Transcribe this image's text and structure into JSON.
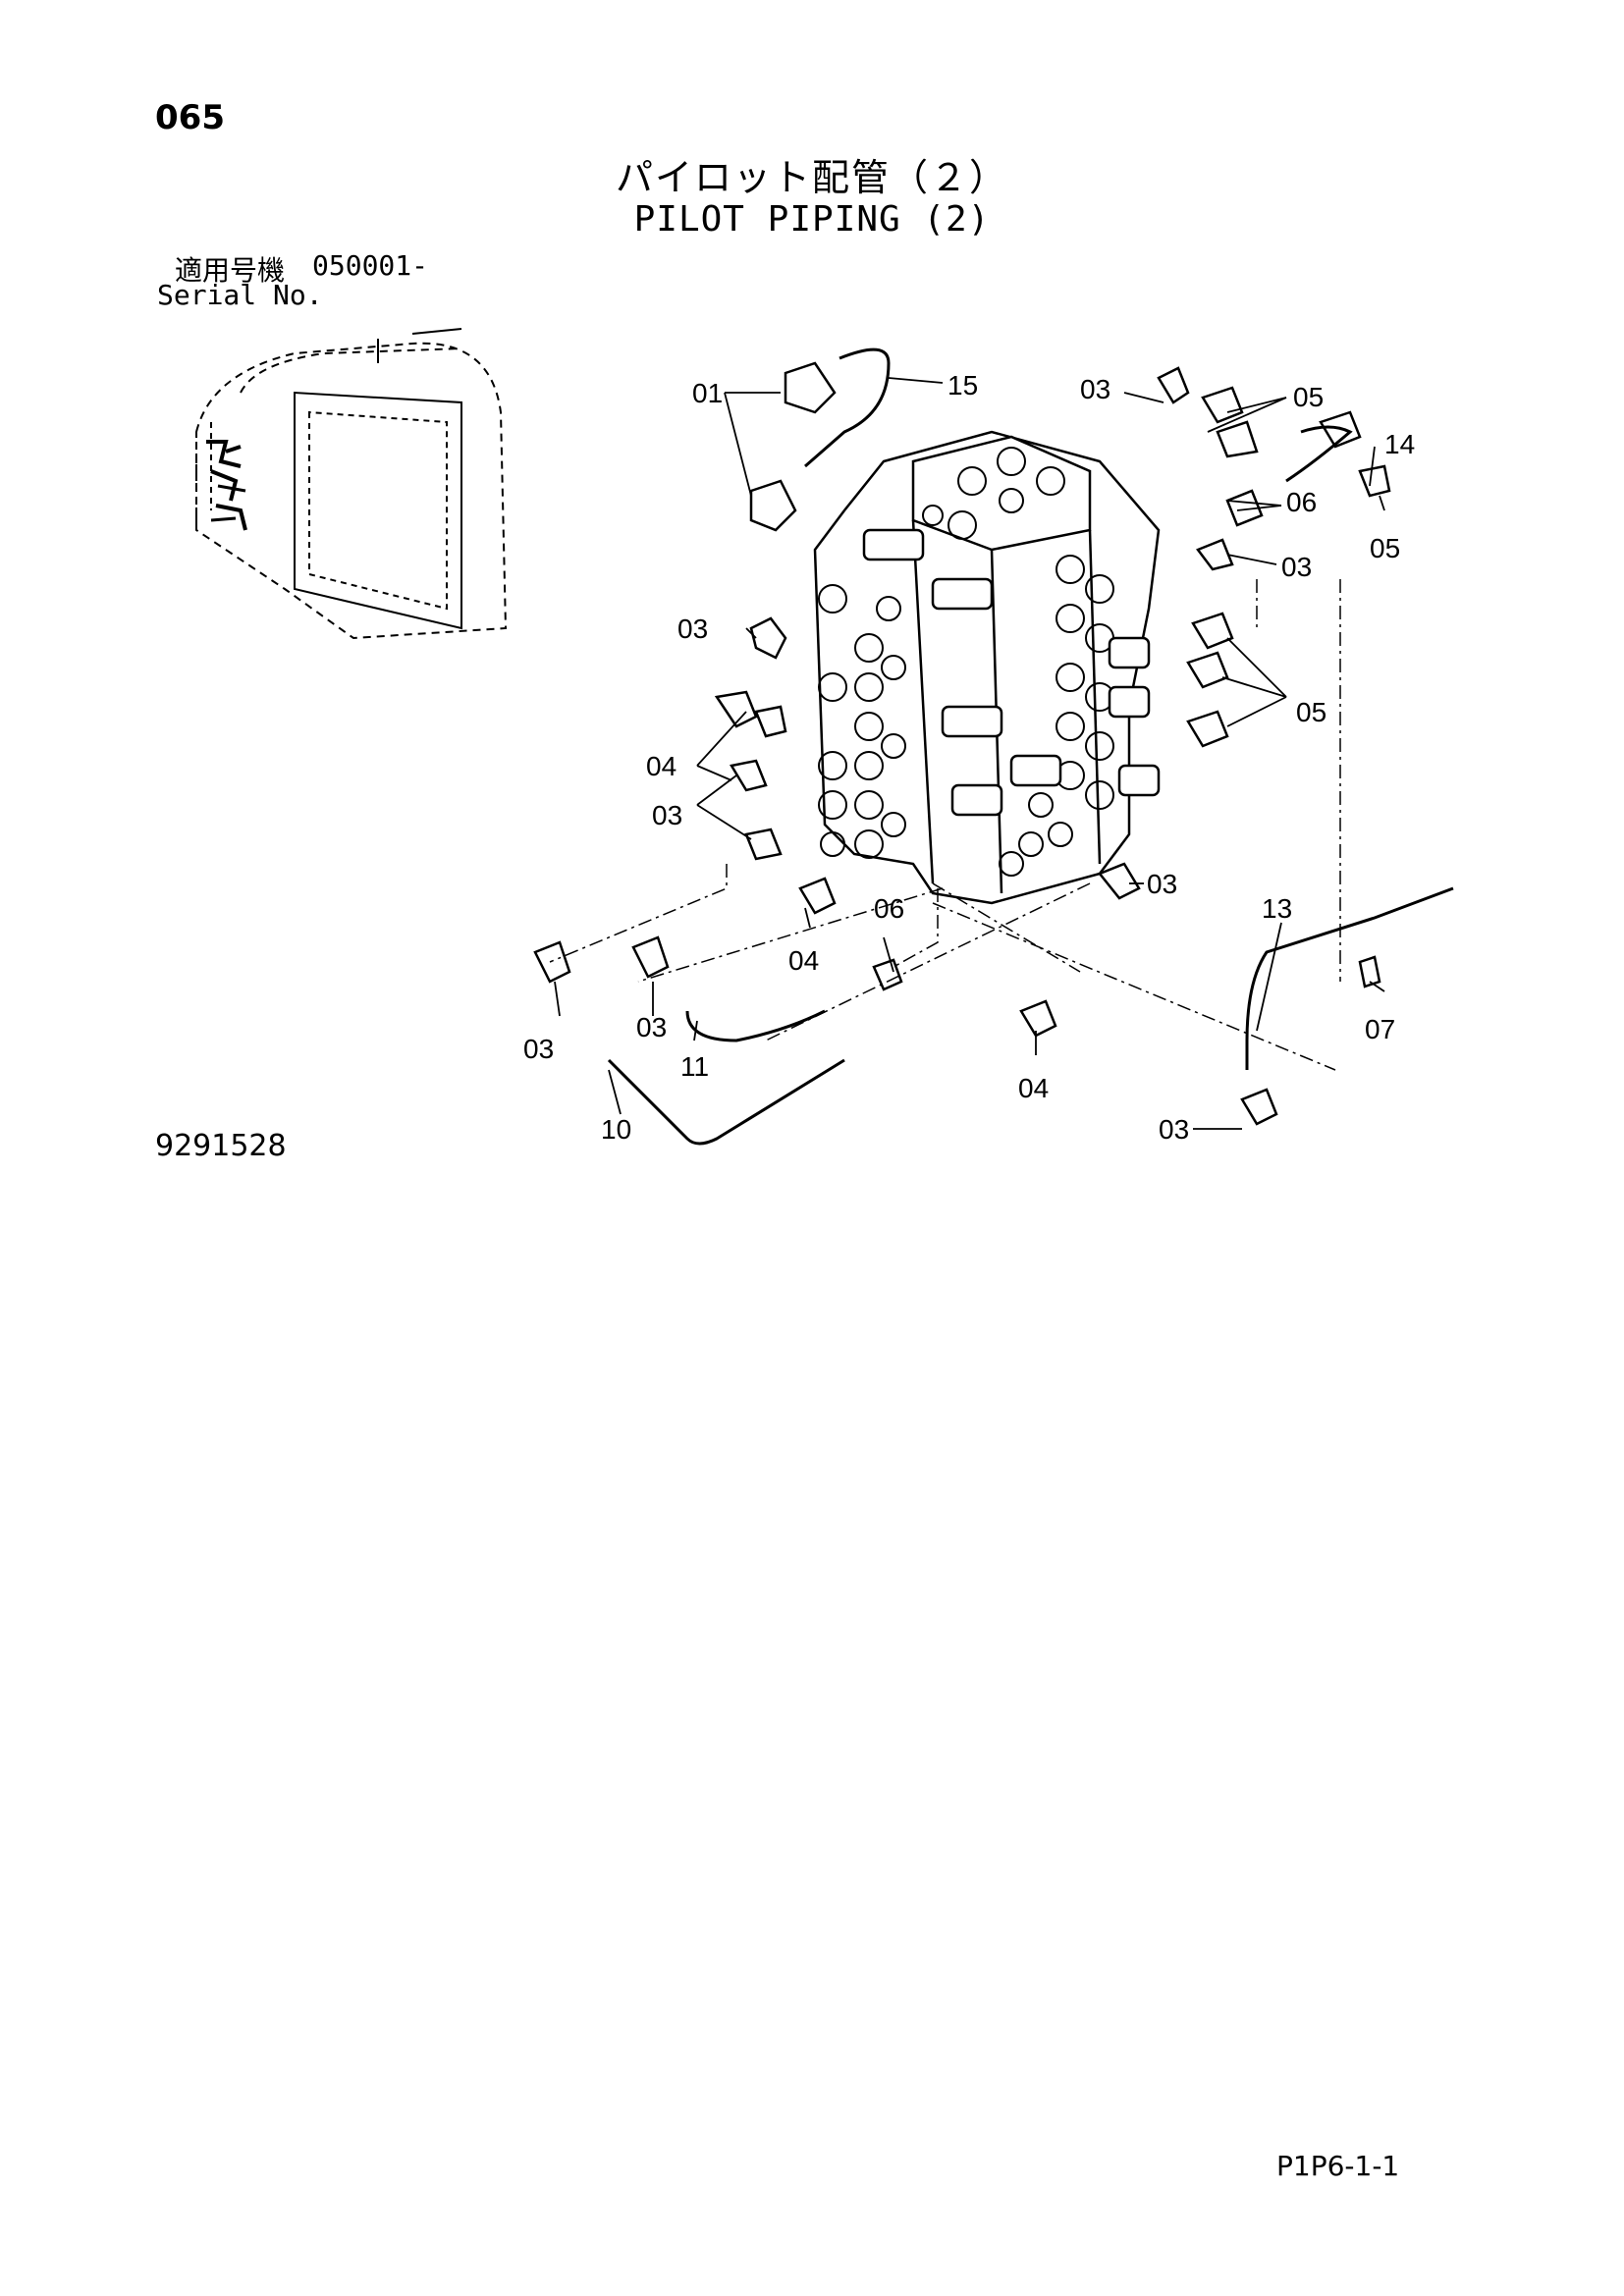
{
  "header": {
    "page_number": "065",
    "title_jp": "パイロット配管（２）",
    "title_en": "PILOT PIPING (2)",
    "serial_label_jp": "適用号機",
    "serial_value": "050001-",
    "serial_label_en": "Serial No."
  },
  "footer": {
    "drawing_number": "9291528",
    "page_code": "P1P6-1-1"
  },
  "callouts": [
    {
      "id": "c01",
      "label": "01"
    },
    {
      "id": "c15",
      "label": "15"
    },
    {
      "id": "c03a",
      "label": "03"
    },
    {
      "id": "c05a",
      "label": "05"
    },
    {
      "id": "c14",
      "label": "14"
    },
    {
      "id": "c06a",
      "label": "06"
    },
    {
      "id": "c05b",
      "label": "05"
    },
    {
      "id": "c03b",
      "label": "03"
    },
    {
      "id": "c03c",
      "label": "03"
    },
    {
      "id": "c05c",
      "label": "05"
    },
    {
      "id": "c04a",
      "label": "04"
    },
    {
      "id": "c03d",
      "label": "03"
    },
    {
      "id": "c03e",
      "label": "03"
    },
    {
      "id": "c06b",
      "label": "06"
    },
    {
      "id": "c04b",
      "label": "04"
    },
    {
      "id": "c13",
      "label": "13"
    },
    {
      "id": "c07",
      "label": "07"
    },
    {
      "id": "c03f",
      "label": "03"
    },
    {
      "id": "c03g",
      "label": "03"
    },
    {
      "id": "c11",
      "label": "11"
    },
    {
      "id": "c04c",
      "label": "04"
    },
    {
      "id": "c10",
      "label": "10"
    },
    {
      "id": "c03h",
      "label": "03"
    }
  ]
}
